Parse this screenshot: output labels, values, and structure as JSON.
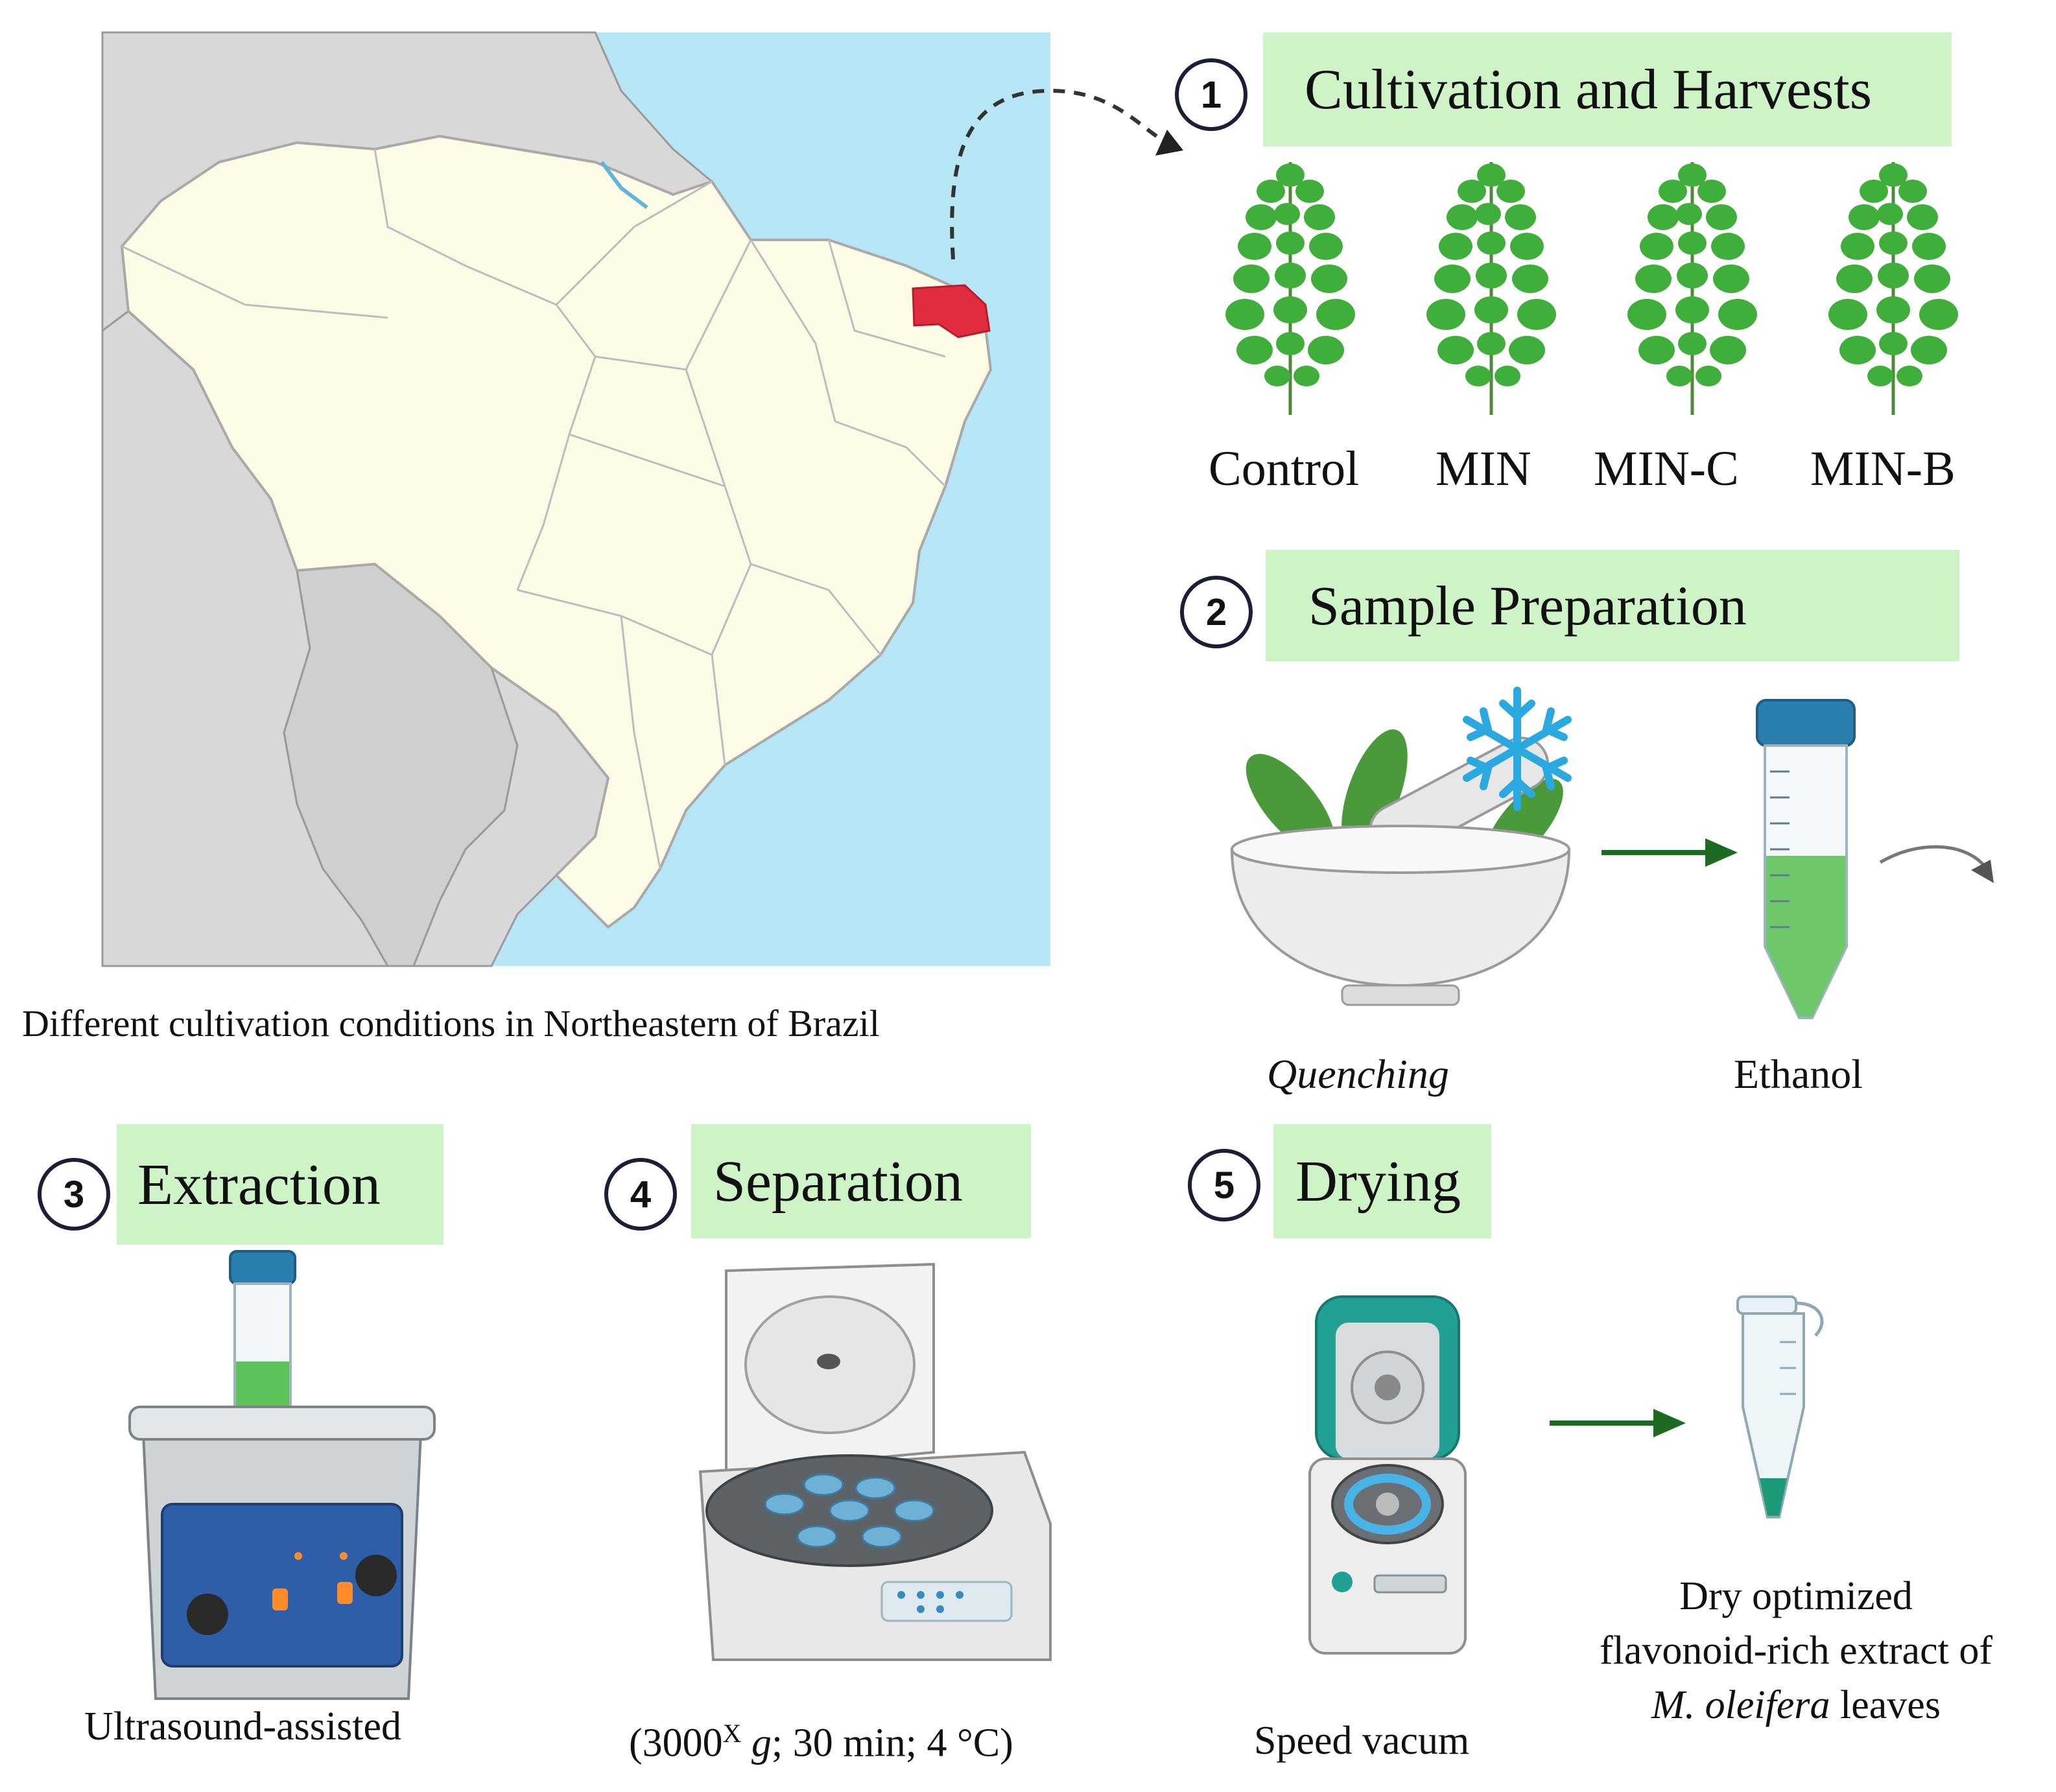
{
  "map": {
    "caption": "Different cultivation conditions  in Northeastern of Brazil"
  },
  "steps": [
    {
      "number": "1",
      "title": "Cultivation and Harvests"
    },
    {
      "number": "2",
      "title": "Sample Preparation"
    },
    {
      "number": "3",
      "title": "Extraction"
    },
    {
      "number": "4",
      "title": "Separation"
    },
    {
      "number": "5",
      "title": "Drying"
    }
  ],
  "treatments": [
    "Control",
    "MIN",
    "MIN-C",
    "MIN-B"
  ],
  "sample_prep": {
    "quenching_label": "Quenching",
    "ethanol_label": "Ethanol"
  },
  "extraction": {
    "label": "Ultrasound-assisted"
  },
  "separation": {
    "label_prefix": "(3000",
    "label_sup": "X",
    "label_g": "g",
    "label_rest": "; 30 min; 4 °C)"
  },
  "drying": {
    "speedvac_label": "Speed vacum",
    "product_line1": "Dry optimized",
    "product_line2": "flavonoid-rich extract of",
    "product_species": "M. oleifera",
    "product_line3_rest": " leaves"
  },
  "colors": {
    "banner": "#cdf3c6",
    "ocean": "#b6e6f5",
    "land": "#fdfbe6",
    "neighbor": "#d8d8d8",
    "highlight": "#e12c3f",
    "leaf": "#3fae3a",
    "arrow": "#1d6b22",
    "snow": "#2aa8e0"
  }
}
